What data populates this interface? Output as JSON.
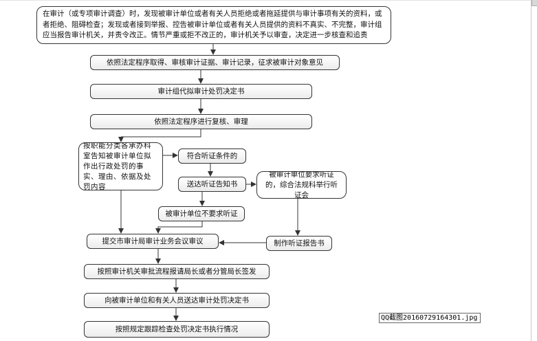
{
  "nodes": {
    "top_line1": "在审计（或专项审计调查）时，发现被审计单位或者有关人员拒绝或者拖延提供与审计事项有关的资料，或",
    "top_line2": "者拒绝、阻碍检查；发现或者接到举报、控告被审计单位或者有关人员提供的资料不真实、不完整，审计组",
    "top_line3": "应当报告审计机关，并责令改正。情节严重或拒不改正的，审计机关予以审查，决定进一步核查和追责",
    "collect_evidence": "依照法定程序取得、审核审计证据、审计记录，征求被审计对象意见",
    "draft_decision": "审计组代拟审计处罚决定书",
    "review": "依照法定程序进行复核、审理",
    "left_notice": "按职能分类各承办科室告知被审计单位拟作出行政处罚的事实、理由、依据及处罚内容",
    "hearing_condition": "符合听证条件的",
    "send_notice": "送达听证告知书",
    "request_hearing": "被审计单位要求听证的，综合法规科举行听证会",
    "no_request": "被审计单位不要求听证",
    "submit_meeting": "提交市审计局审计业务会议审议",
    "hearing_report": "制作听证报告书",
    "approval": "按照审计机关审批流程报请局长或者分管局长签发",
    "serve_decision": "向被审计单位和有关人员送达审计处罚决定书",
    "track": "按照规定跟踪检查处罚决定书执行情况"
  },
  "caption": "QQ截图20160729164301.jpg",
  "colors": {
    "border": "#333333",
    "arrow": "#333333",
    "background": "#ffffff"
  }
}
